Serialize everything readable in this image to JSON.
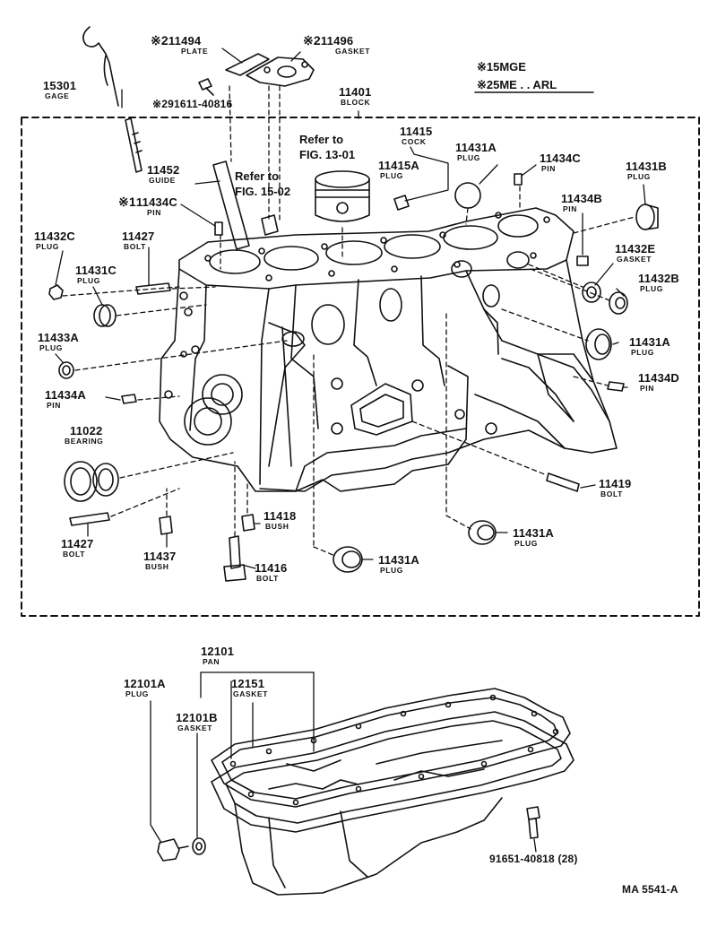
{
  "legend": {
    "line1": {
      "mark": "※1",
      "text": "5MGE"
    },
    "line2": {
      "mark": "※2",
      "text": "5ME . . ARL"
    }
  },
  "parts": {
    "p11494": {
      "mark": "※2",
      "num": "11494",
      "name": "PLATE"
    },
    "p11496": {
      "mark": "※2",
      "num": "11496",
      "name": "GASKET"
    },
    "p15301": {
      "num": "15301",
      "name": "GAGE"
    },
    "p91611": {
      "mark": "※2",
      "num": "91611-40816"
    },
    "p11401": {
      "num": "11401",
      "name": "BLOCK"
    },
    "ref1301": {
      "line1": "Refer to",
      "line2": "FIG. 13-01"
    },
    "p11415": {
      "num": "11415",
      "name": "COCK"
    },
    "p11415A": {
      "num": "11415A",
      "name": "PLUG"
    },
    "p11431A_top": {
      "num": "11431A",
      "name": "PLUG"
    },
    "p11434C_right": {
      "num": "11434C",
      "name": "PIN"
    },
    "p11431B": {
      "num": "11431B",
      "name": "PLUG"
    },
    "p11452": {
      "num": "11452",
      "name": "GUIDE"
    },
    "ref1502": {
      "line1": "Refer to",
      "line2": "FIG. 15-02"
    },
    "p11434C_left": {
      "mark": "※1",
      "num": "11434C",
      "name": "PIN"
    },
    "p11434B": {
      "num": "11434B",
      "name": "PIN"
    },
    "p11432C": {
      "num": "11432C",
      "name": "PLUG"
    },
    "p11427_top": {
      "num": "11427",
      "name": "BOLT"
    },
    "p11432E": {
      "num": "11432E",
      "name": "GASKET"
    },
    "p11431C": {
      "num": "11431C",
      "name": "PLUG"
    },
    "p11432B": {
      "num": "11432B",
      "name": "PLUG"
    },
    "p11433A": {
      "num": "11433A",
      "name": "PLUG"
    },
    "p11431A_right": {
      "num": "11431A",
      "name": "PLUG"
    },
    "p11434A": {
      "num": "11434A",
      "name": "PIN"
    },
    "p11434D": {
      "num": "11434D",
      "name": "PIN"
    },
    "p11022": {
      "num": "11022",
      "name": "BEARING"
    },
    "p11419": {
      "num": "11419",
      "name": "BOLT"
    },
    "p11418": {
      "num": "11418",
      "name": "BUSH"
    },
    "p11431A_mid": {
      "num": "11431A",
      "name": "PLUG"
    },
    "p11427_bot": {
      "num": "11427",
      "name": "BOLT"
    },
    "p11437": {
      "num": "11437",
      "name": "BUSH"
    },
    "p11416": {
      "num": "11416",
      "name": "BOLT"
    },
    "p11431A_low": {
      "num": "11431A",
      "name": "PLUG"
    },
    "p12101": {
      "num": "12101",
      "name": "PAN"
    },
    "p12101A": {
      "num": "12101A",
      "name": "PLUG"
    },
    "p12151": {
      "num": "12151",
      "name": "GASKET"
    },
    "p12101B": {
      "num": "12101B",
      "name": "GASKET"
    },
    "p91651": {
      "num": "91651-40818 (28)"
    }
  },
  "footer": {
    "code": "MA  5541-A"
  }
}
